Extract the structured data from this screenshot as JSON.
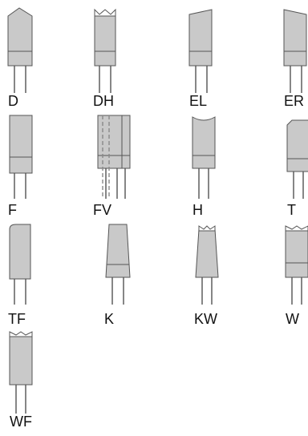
{
  "tips": [
    {
      "id": "d",
      "label": "D",
      "shape": "pointed"
    },
    {
      "id": "dh",
      "label": "DH",
      "shape": "notched"
    },
    {
      "id": "el",
      "label": "EL",
      "shape": "angled-left"
    },
    {
      "id": "er",
      "label": "ER",
      "shape": "angled-right"
    },
    {
      "id": "f",
      "label": "F",
      "shape": "flat"
    },
    {
      "id": "fv",
      "label": "FV",
      "shape": "flat-with-via"
    },
    {
      "id": "h",
      "label": "H",
      "shape": "concave"
    },
    {
      "id": "t",
      "label": "T",
      "shape": "beveled"
    },
    {
      "id": "tf",
      "label": "TF",
      "shape": "rounded-flat"
    },
    {
      "id": "k",
      "label": "K",
      "shape": "tapered-short"
    },
    {
      "id": "kw",
      "label": "KW",
      "shape": "tapered-notched"
    },
    {
      "id": "w",
      "label": "W",
      "shape": "notched-wide"
    },
    {
      "id": "wf",
      "label": "WF",
      "shape": "notched-flat"
    }
  ]
}
